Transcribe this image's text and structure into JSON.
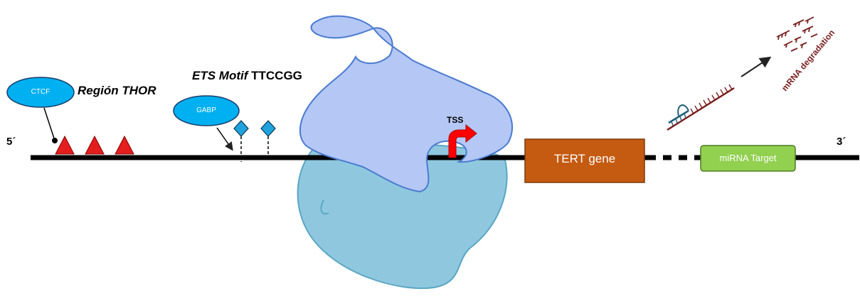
{
  "diagram": {
    "five_prime": "5´",
    "three_prime": "3´",
    "thor_region": "Región THOR",
    "ets_motif_italic": "ETS Motif",
    "ets_motif_seq": "TTCCGG",
    "ctcf": "CTCF",
    "gabp": "GABP",
    "tss": "TSS",
    "tert_gene": "TERT gene",
    "mirna_target": "miRNA Target",
    "mrna_degradation": "mRNA degradation"
  },
  "colors": {
    "dna_line": "#000000",
    "thor_triangle": "#e41e1e",
    "ets_diamond": "#1fa3dc",
    "oval": "#00b0f0",
    "tert_box": "#c55a11",
    "mirna_box": "#92d050",
    "polymerase_top": "#b4c7f5",
    "polymerase_bottom": "#8fc8de",
    "tss_arrow": "#ff0000",
    "mrna": "#7b1f1f",
    "mirna_strand": "#1f5f7a"
  }
}
